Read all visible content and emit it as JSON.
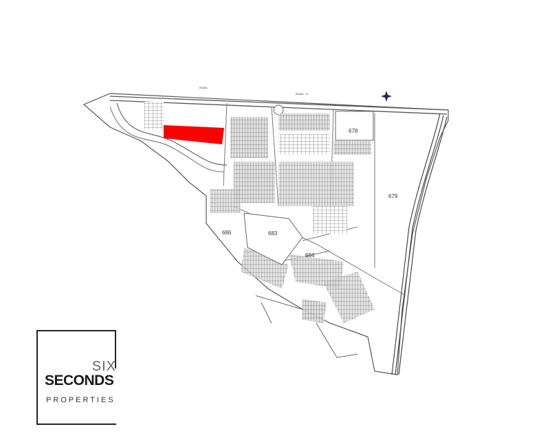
{
  "map": {
    "road_labels": [
      "ROAD",
      "ROAD - D"
    ],
    "plot_labels": [
      "678",
      "679",
      "683",
      "684",
      "686"
    ],
    "highlight_color": "#ff0000",
    "compass_icon": "north-star-icon"
  },
  "logo": {
    "line1": "SIX",
    "line2": "SECONDS",
    "line3": "PROPERTIES"
  }
}
